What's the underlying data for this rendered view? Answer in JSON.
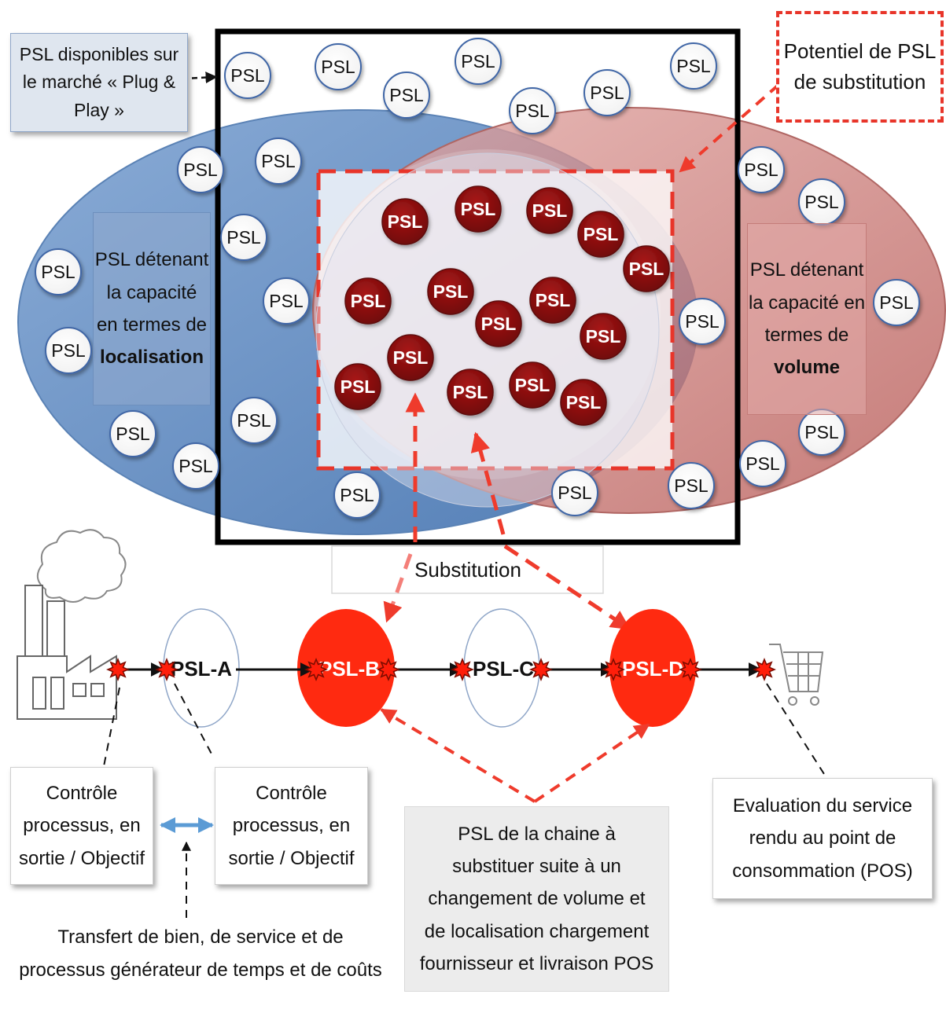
{
  "bubble_label": "PSL",
  "labels": {
    "market": "PSL disponibles sur le marché « Plug & Play »",
    "potential": "Potentiel de PSL de substitution",
    "loc_pre": "PSL détenant la capacité en termes de",
    "loc_bold": "localisation",
    "vol_pre": "PSL détenant la capacité en termes de",
    "vol_bold": "volume",
    "substitution": "Substitution",
    "psl_a": "PSL-A",
    "psl_b": "PSL-B",
    "psl_c": "PSL-C",
    "psl_d": "PSL-D",
    "control_1": "Contrôle processus, en sortie / Objectif",
    "control_2": "Contrôle processus, en sortie / Objectif",
    "chain": "PSL de la chaine à substituer suite à un changement de volume et de localisation chargement fournisseur et livraison POS",
    "evaluation": "Evaluation du service rendu au point de consommation (POS)",
    "transfer": "Transfert de bien, de service et de processus générateur de temps et de coûts"
  },
  "colors": {
    "blue_ellipse": "#4f7fb8",
    "red_ellipse": "#b9504c",
    "psl_dark": "#8b1010",
    "psl_red": "#ff2a10",
    "dashed_red": "#e8352a",
    "arrow_blue": "#5b9bd5"
  }
}
